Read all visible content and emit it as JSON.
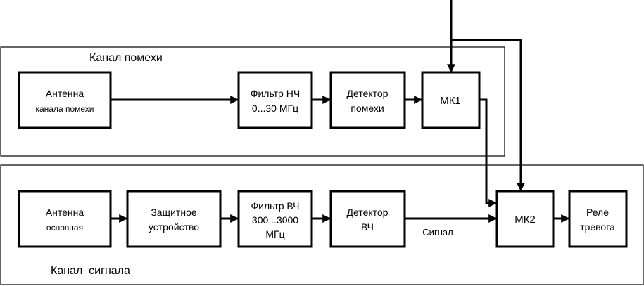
{
  "groups": {
    "interference": {
      "label": "Канал помехи"
    },
    "signal": {
      "label": "Канал  сигнала"
    }
  },
  "blocks": {
    "ant_int": {
      "lines": [
        "Антенна",
        "канала помехи"
      ]
    },
    "filter_lf": {
      "lines": [
        "Фильтр НЧ",
        "0...30 МГц"
      ]
    },
    "det_int": {
      "lines": [
        "Детектор",
        "помехи"
      ]
    },
    "mk1": {
      "lines": [
        "МК1"
      ]
    },
    "ant_main": {
      "lines": [
        "Антенна",
        "основная"
      ]
    },
    "protect": {
      "lines": [
        "Защитное",
        "устройство"
      ]
    },
    "filter_hf": {
      "lines": [
        "Фильтр ВЧ",
        "300...3000",
        "МГц"
      ]
    },
    "det_hf": {
      "lines": [
        "Детектор",
        "ВЧ"
      ]
    },
    "mk2": {
      "lines": [
        "МК2"
      ]
    },
    "relay": {
      "lines": [
        "Реле",
        "тревога"
      ]
    }
  },
  "connection_labels": {
    "signal": "Сигнал"
  }
}
